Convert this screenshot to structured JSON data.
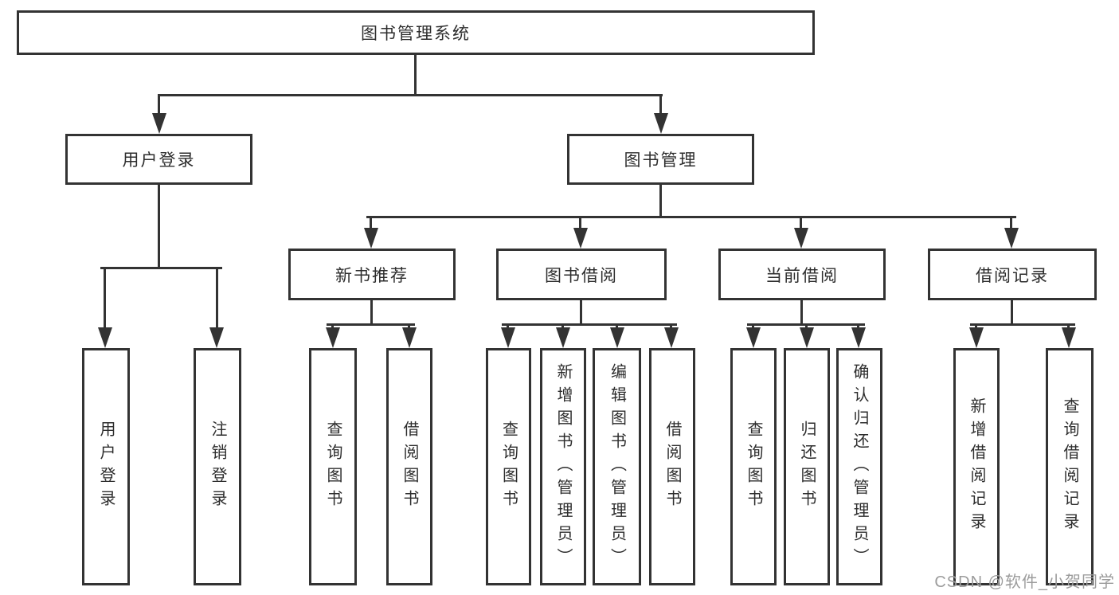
{
  "diagram": {
    "type": "functional-structure-tree",
    "root": {
      "label": "图书管理系统",
      "children": [
        {
          "label": "用户登录",
          "children": [
            {
              "label": "用户登录"
            },
            {
              "label": "注销登录"
            }
          ]
        },
        {
          "label": "图书管理",
          "children": [
            {
              "label": "新书推荐",
              "children": [
                {
                  "label": "查询图书"
                },
                {
                  "label": "借阅图书"
                }
              ]
            },
            {
              "label": "图书借阅",
              "children": [
                {
                  "label": "查询图书"
                },
                {
                  "label": "新增图书（管理员）"
                },
                {
                  "label": "编辑图书（管理员）"
                },
                {
                  "label": "借阅图书"
                }
              ]
            },
            {
              "label": "当前借阅",
              "children": [
                {
                  "label": "查询图书"
                },
                {
                  "label": "归还图书"
                },
                {
                  "label": "确认归还（管理员）"
                }
              ]
            },
            {
              "label": "借阅记录",
              "children": [
                {
                  "label": "新增借阅记录"
                },
                {
                  "label": "查询借阅记录"
                }
              ]
            }
          ]
        }
      ]
    },
    "watermark": "CSDN @软件_小贺同学",
    "colors": {
      "line": "#333333",
      "box_background": "#ffffff",
      "text": "#2d2d2d",
      "watermark": "#9c9c9c"
    }
  }
}
